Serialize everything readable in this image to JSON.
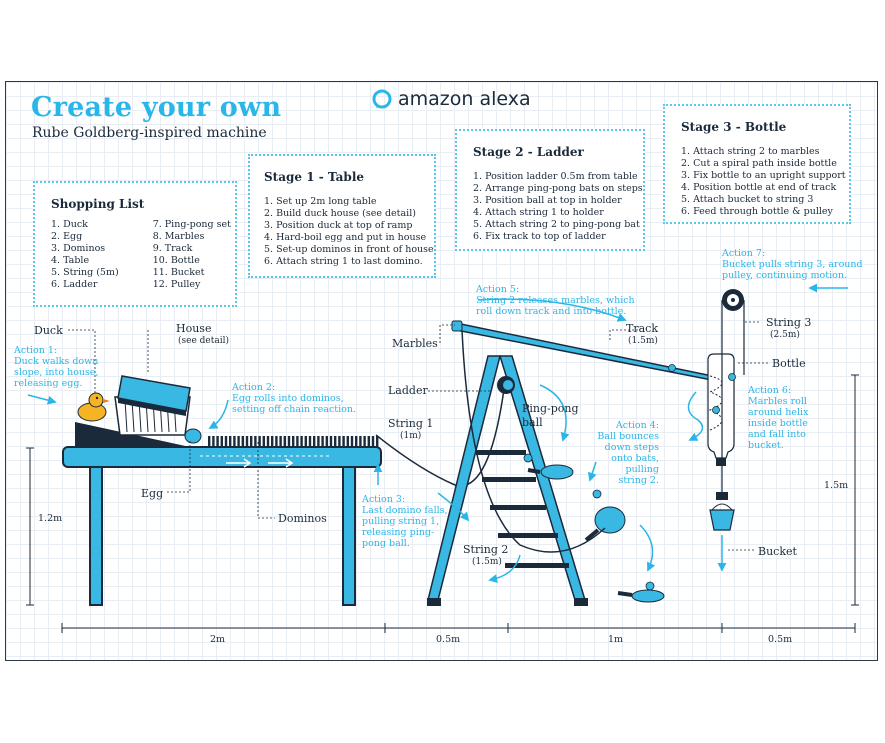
{
  "header": {
    "title": "Create your own",
    "subtitle": "Rube Goldberg-inspired machine",
    "brand": "amazon alexa"
  },
  "shopping_list": {
    "title": "Shopping List",
    "col1": [
      "1.  Duck",
      "2.  Egg",
      "3.  Dominos",
      "4.  Table",
      "5.  String (5m)",
      "6.  Ladder"
    ],
    "col2": [
      "7.  Ping-pong set",
      "8.  Marbles",
      "9.  Track",
      "10.  Bottle",
      "11.  Bucket",
      "12.  Pulley"
    ]
  },
  "stage1": {
    "title": "Stage 1 - Table",
    "items": [
      "1. Set up 2m long table",
      "2. Build duck house (see detail)",
      "3. Position duck at top of ramp",
      "4. Hard-boil egg and put in house",
      "5. Set-up dominos in front of house",
      "6. Attach string 1 to last domino."
    ]
  },
  "stage2": {
    "title": "Stage 2 - Ladder",
    "items": [
      "1. Position ladder 0.5m from table",
      "2. Arrange ping-pong bats on steps",
      "3. Position ball at top in holder",
      "4. Attach string 1 to holder",
      "5. Attach string 2 to ping-pong bat",
      "6. Fix track to top of ladder"
    ]
  },
  "stage3": {
    "title": "Stage 3 - Bottle",
    "items": [
      "1. Attach string 2 to marbles",
      "2. Cut a spiral path inside bottle",
      "3. Fix bottle to an upright support",
      "4. Position bottle at end of track",
      "5. Attach bucket to string 3",
      "6. Feed through bottle & pulley"
    ]
  },
  "labels": {
    "duck": "Duck",
    "house": "House",
    "house_detail": "(see detail)",
    "egg": "Egg",
    "dominos": "Dominos",
    "marbles": "Marbles",
    "ladder": "Ladder",
    "string1": "String 1",
    "string1_len": "(1m)",
    "pingpong1": "Ping-pong",
    "pingpong2": "ball",
    "track": "Track",
    "track_len": "(1.5m)",
    "string2": "String 2",
    "string2_len": "(1.5m)",
    "string3": "String 3",
    "string3_len": "(2.5m)",
    "bottle": "Bottle",
    "bucket": "Bucket"
  },
  "actions": {
    "a1": [
      "Action 1:",
      "Duck walks down",
      "slope, into house,",
      "releasing egg."
    ],
    "a2": [
      "Action 2:",
      "Egg rolls into dominos,",
      "setting off chain reaction."
    ],
    "a3": [
      "Action 3:",
      "Last domino falls,",
      "pulling string 1,",
      "releasing  ping-",
      "pong ball."
    ],
    "a4": [
      "Action 4:",
      "Ball bounces",
      "down steps",
      "onto bats,",
      "pulling",
      "string 2."
    ],
    "a5": [
      "Action 5:",
      "String 2 releases marbles, which",
      "roll down track and into bottle."
    ],
    "a6": [
      "Action 6:",
      "Marbles roll",
      "around helix",
      "inside bottle",
      "and fall into",
      "bucket."
    ],
    "a7": [
      "Action 7:",
      "Bucket pulls string 3, around",
      "pulley, continuing motion."
    ]
  },
  "dimensions": {
    "table_height": "1.2m",
    "total_height": "1.5m",
    "d1": "2m",
    "d2": "0.5m",
    "d3": "1m",
    "d4": "0.5m"
  },
  "colors": {
    "accent": "#2ab6e8",
    "navy": "#1b2a3a",
    "table": "#39b8e3"
  }
}
